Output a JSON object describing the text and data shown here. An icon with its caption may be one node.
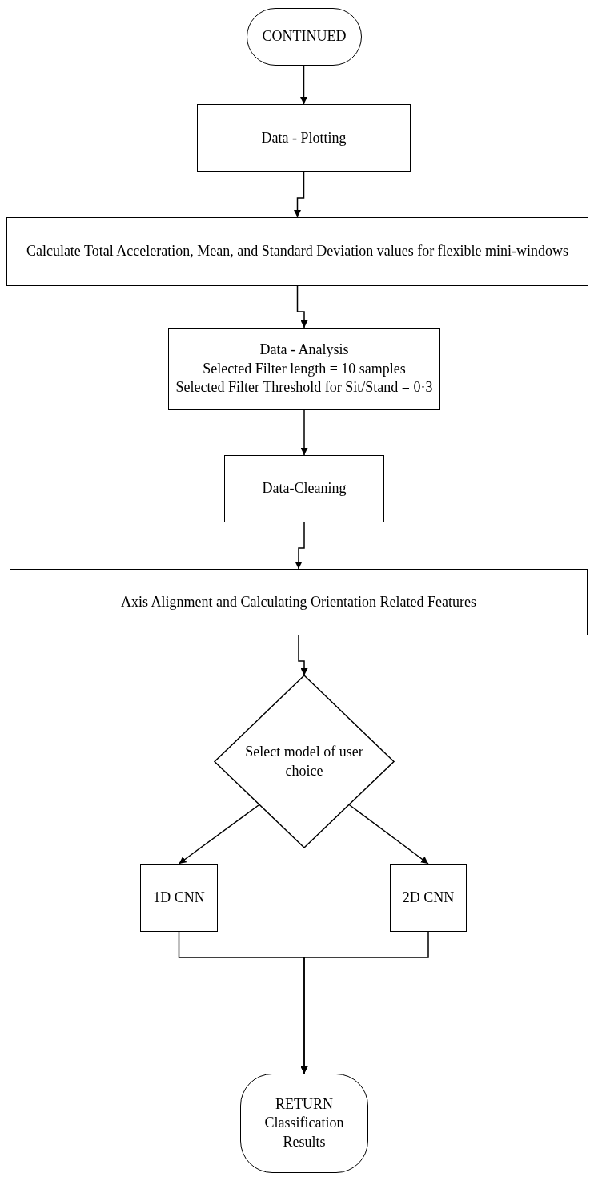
{
  "diagram": {
    "nodes": [
      {
        "text": [
          "CONTINUED"
        ]
      },
      {
        "text": [
          "Data - Plotting"
        ]
      },
      {
        "text": [
          "Calculate Total Acceleration, Mean, and Standard Deviation values for flexible mini-windows"
        ]
      },
      {
        "text": [
          "Data - Analysis",
          "Selected Filter length = 10 samples",
          "Selected Filter Threshold for Sit/Stand = 0·3"
        ]
      },
      {
        "text": [
          "Data-Cleaning"
        ]
      },
      {
        "text": [
          "Axis Alignment and Calculating Orientation Related Features"
        ]
      },
      {
        "text": [
          "Select model of user choice"
        ]
      },
      {
        "text": [
          "1D CNN"
        ]
      },
      {
        "text": [
          "2D CNN"
        ]
      },
      {
        "text": [
          "RETURN",
          "Classification Results"
        ]
      }
    ],
    "edges": [
      {
        "from": 0,
        "to": 1,
        "arrow": "to"
      },
      {
        "from": 1,
        "to": 2,
        "arrow": "to"
      },
      {
        "from": 2,
        "to": 3,
        "arrow": "to"
      },
      {
        "from": 3,
        "to": 4,
        "arrow": "to"
      },
      {
        "from": 4,
        "to": 5,
        "arrow": "to"
      },
      {
        "from": 5,
        "to": 6,
        "arrow": "to"
      },
      {
        "from": 6,
        "to": 7,
        "arrow": "to"
      },
      {
        "from": 6,
        "to": 8,
        "arrow": "to"
      },
      {
        "from": 7,
        "to": 9,
        "arrow": "to"
      },
      {
        "from": 8,
        "to": 9,
        "arrow": "to"
      }
    ]
  }
}
